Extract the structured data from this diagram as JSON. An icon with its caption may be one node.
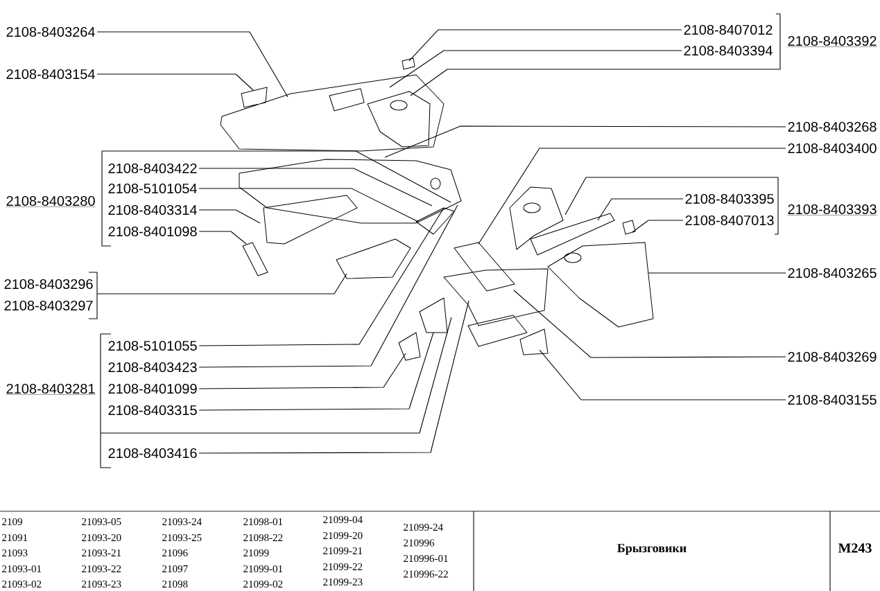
{
  "diagram": {
    "nodes": [
      {
        "text": [
          "2108-8403264"
        ]
      },
      {
        "text": [
          "2108-8403154"
        ]
      },
      {
        "text": [
          "2108-8403280"
        ]
      },
      {
        "text": [
          "2108-8403422"
        ]
      },
      {
        "text": [
          "2108-5101054"
        ]
      },
      {
        "text": [
          "2108-8403314"
        ]
      },
      {
        "text": [
          "2108-8401098"
        ]
      },
      {
        "text": [
          "2108-8403296"
        ]
      },
      {
        "text": [
          "2108-8403297"
        ]
      },
      {
        "text": [
          "2108-8403281"
        ]
      },
      {
        "text": [
          "2108-5101055"
        ]
      },
      {
        "text": [
          "2108-8403423"
        ]
      },
      {
        "text": [
          "2108-8401099"
        ]
      },
      {
        "text": [
          "2108-8403315"
        ]
      },
      {
        "text": [
          "2108-8403416"
        ]
      },
      {
        "text": [
          "2108-8407012"
        ]
      },
      {
        "text": [
          "2108-8403394"
        ]
      },
      {
        "text": [
          "2108-8403392"
        ]
      },
      {
        "text": [
          "2108-8403268"
        ]
      },
      {
        "text": [
          "2108-8403400"
        ]
      },
      {
        "text": [
          "2108-8403395"
        ]
      },
      {
        "text": [
          "2108-8407013"
        ]
      },
      {
        "text": [
          "2108-8403393"
        ]
      },
      {
        "text": [
          "2108-8403265"
        ]
      },
      {
        "text": [
          "2108-8403269"
        ]
      },
      {
        "text": [
          "2108-8403155"
        ]
      }
    ],
    "edges": [
      {
        "from": 0,
        "to": null,
        "arrow": "none"
      },
      {
        "from": 1,
        "to": null,
        "arrow": "none"
      },
      {
        "from": 2,
        "to": null,
        "arrow": "none"
      },
      {
        "from": 3,
        "to": null,
        "arrow": "none"
      },
      {
        "from": 4,
        "to": null,
        "arrow": "none"
      },
      {
        "from": 5,
        "to": null,
        "arrow": "none"
      },
      {
        "from": 6,
        "to": null,
        "arrow": "none"
      },
      {
        "from": 7,
        "to": null,
        "arrow": "none"
      },
      {
        "from": 8,
        "to": null,
        "arrow": "none"
      },
      {
        "from": 9,
        "to": null,
        "arrow": "none"
      },
      {
        "from": 10,
        "to": null,
        "arrow": "none"
      },
      {
        "from": 11,
        "to": null,
        "arrow": "none"
      },
      {
        "from": 12,
        "to": null,
        "arrow": "none"
      },
      {
        "from": 13,
        "to": null,
        "arrow": "none"
      },
      {
        "from": 14,
        "to": null,
        "arrow": "none"
      },
      {
        "from": 15,
        "to": null,
        "arrow": "none"
      },
      {
        "from": 16,
        "to": null,
        "arrow": "none"
      },
      {
        "from": 17,
        "to": null,
        "arrow": "none"
      },
      {
        "from": 18,
        "to": null,
        "arrow": "none"
      },
      {
        "from": 19,
        "to": null,
        "arrow": "none"
      },
      {
        "from": 20,
        "to": null,
        "arrow": "none"
      },
      {
        "from": 21,
        "to": null,
        "arrow": "none"
      },
      {
        "from": 22,
        "to": null,
        "arrow": "none"
      },
      {
        "from": 23,
        "to": null,
        "arrow": "none"
      },
      {
        "from": 24,
        "to": null,
        "arrow": "none"
      },
      {
        "from": 25,
        "to": null,
        "arrow": "none"
      }
    ],
    "labels": [
      "2109",
      "21093-05",
      "21093-24",
      "21098-01",
      "21099-04",
      "21099-24",
      "21091",
      "21093-20",
      "21093-25",
      "21098-22",
      "21099-20",
      "210996",
      "21093",
      "21093-21",
      "21096",
      "21099",
      "21099-21",
      "210996-01",
      "21093-01",
      "21093-22",
      "21097",
      "21099-01",
      "21099-22",
      "210996-22",
      "21093-02",
      "21093-23",
      "21098",
      "21099-02",
      "21099-23",
      "Брызговики",
      "M243"
    ]
  }
}
